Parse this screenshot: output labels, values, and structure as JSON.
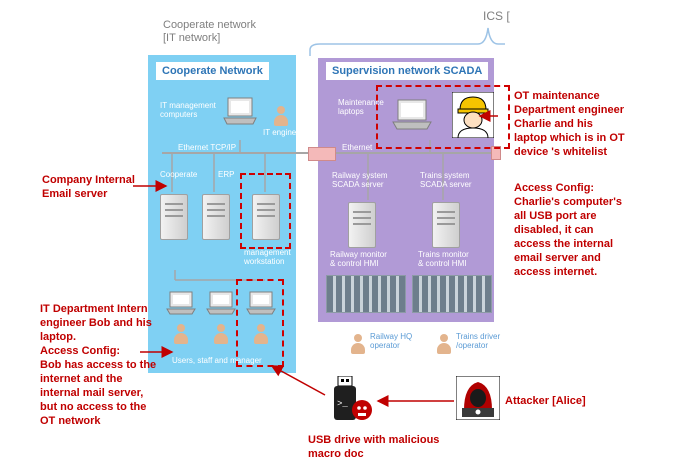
{
  "header": {
    "corp_network_caption": "Cooperate network\n[IT network]",
    "ics_caption": "ICS ["
  },
  "it_panel": {
    "title": "Cooperate Network",
    "it_mgmt_label": "IT management\ncomputers",
    "it_engineer_label": "IT engineer",
    "ethernet_label": "Ethernet TCP/IP",
    "cooperate_label": "Cooperate",
    "erp_label": "ERP",
    "mgmt_ws_label": "management\nworkstation",
    "users_label": "Users, staff and manager"
  },
  "scada_panel": {
    "title": "Supervision network  SCADA",
    "maint_label": "Maintenance\nlaptops",
    "ethernet_label": "Ethernet",
    "railway_server_label": "Railway system\nSCADA server",
    "trains_server_label": "Trains system\nSCADA server",
    "railway_hmi_label": "Railway monitor\n& control HMI",
    "trains_hmi_label": "Trains monitor\n& control HMI",
    "railway_operator_label": "Railway HQ\noperator",
    "trains_operator_label": "Trains driver\n/operator"
  },
  "annotations": {
    "email_server": "Company Internal\nEmail server",
    "bob": "IT Department Intern\nengineer Bob and his\nlaptop.\nAccess Config:\nBob has access to the\ninternet and the\ninternal mail server,\nbut no access to the\nOT network",
    "charlie": "OT maintenance\nDepartment engineer\nCharlie and his\nlaptop which is in OT\ndevice 's whitelist",
    "charlie_access": "Access Config:\nCharlie's computer's\nall USB port are\ndisabled, it can\naccess the internal\nemail server and\naccess internet.",
    "attacker": "Attacker [Alice]",
    "usb": "USB drive with malicious\nmacro doc"
  },
  "colors": {
    "it_panel": "#7fd0f3",
    "scada_panel": "#b19ad6",
    "annotation_red": "#c00000",
    "bracket": "#9dc3e6"
  }
}
